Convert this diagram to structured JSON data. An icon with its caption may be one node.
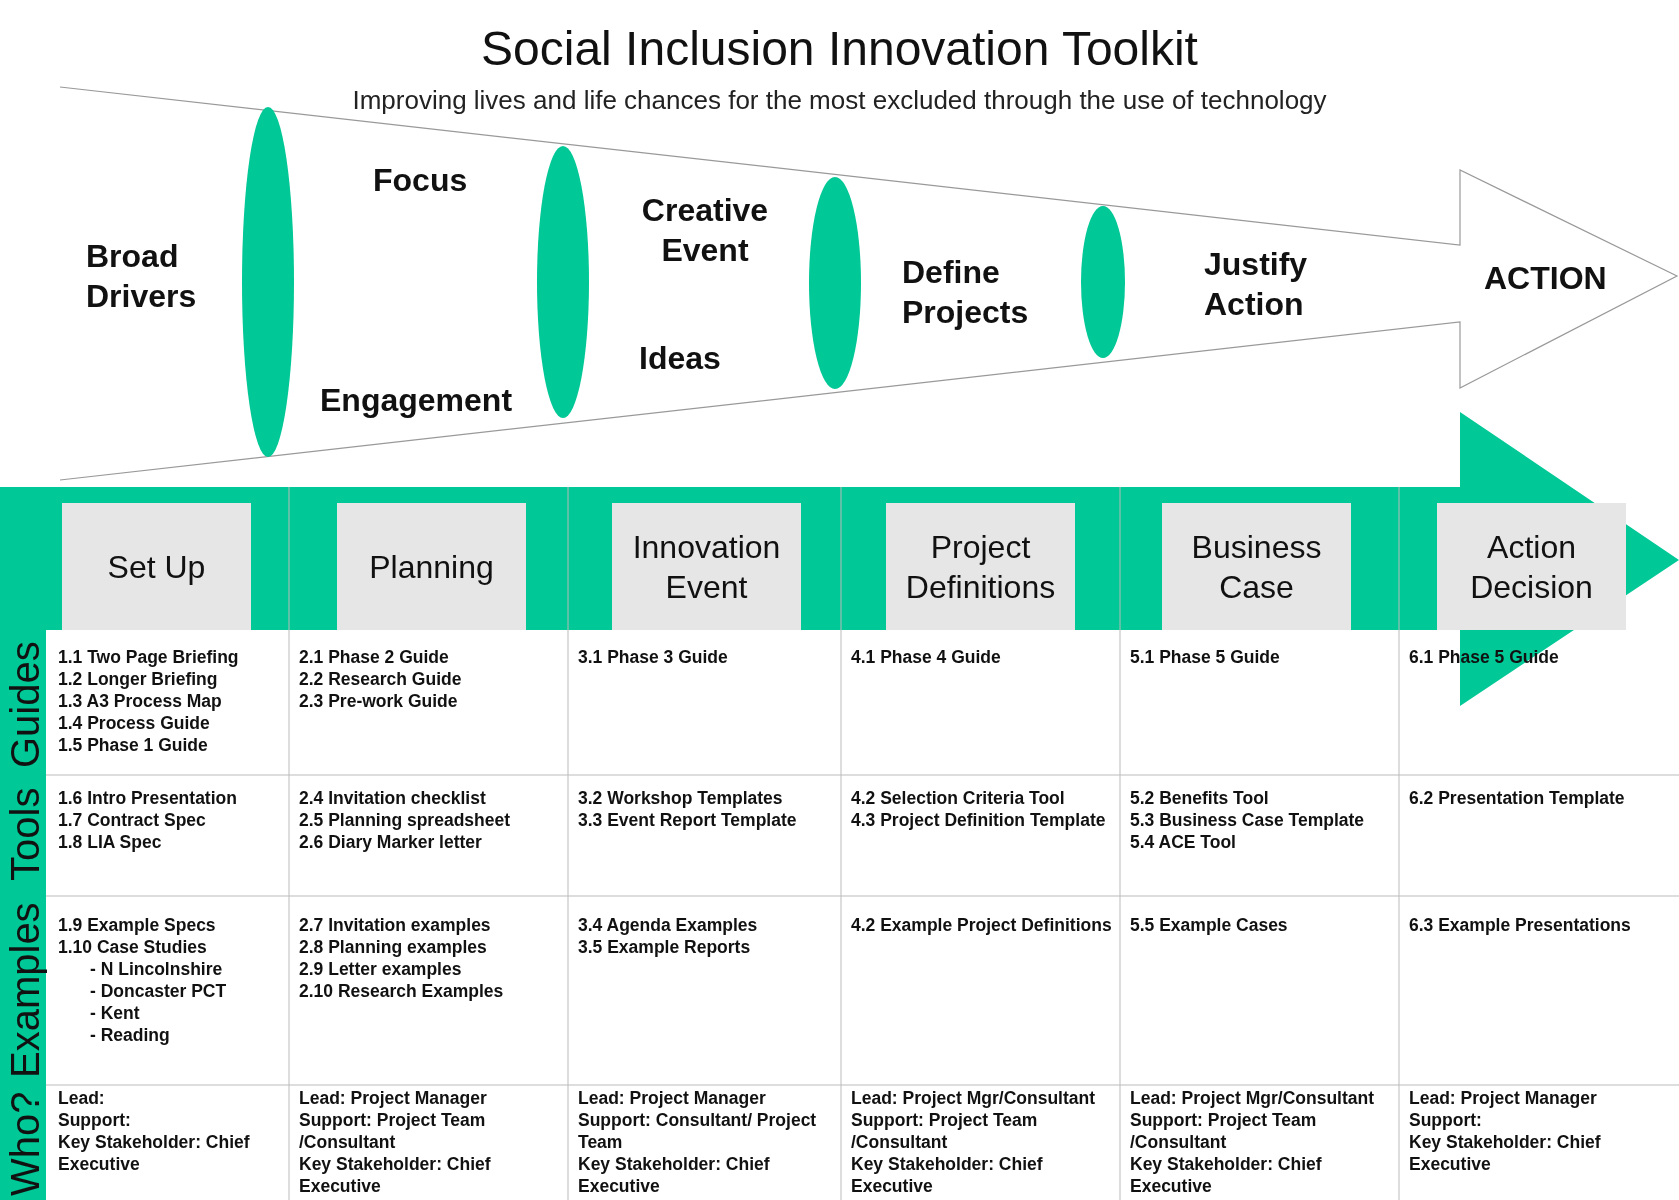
{
  "diagram": {
    "title": "Social Inclusion Innovation Toolkit",
    "caption": "Improving lives and life chances for the most excluded through the use of technology",
    "nodes": [
      {
        "text": [
          "Set Up"
        ]
      },
      {
        "text": [
          "Planning"
        ]
      },
      {
        "text": [
          "Innovation Event"
        ]
      },
      {
        "text": [
          "Project Definitions"
        ]
      },
      {
        "text": [
          "Business Case"
        ]
      },
      {
        "text": [
          "Action Decision"
        ]
      }
    ],
    "labels": [
      "Broad Drivers",
      "Focus",
      "Engagement",
      "Creative Event",
      "Ideas",
      "Define Projects",
      "Justify Action",
      "ACTION",
      "Guides",
      "1.1 Two Page Briefing",
      "1.2 Longer Briefing",
      "1.3 A3 Process Map",
      "1.4 Process Guide",
      "1.5 Phase 1 Guide",
      "2.1 Phase 2 Guide",
      "2.2 Research Guide",
      "2.3 Pre-work Guide",
      "3.1 Phase 3 Guide",
      "4.1 Phase 4 Guide",
      "5.1 Phase 5 Guide",
      "6.1 Phase 5 Guide",
      "Tools",
      "1.6 Intro Presentation",
      "1.7 Contract Spec",
      "1.8 LIA Spec",
      "2.4 Invitation checklist",
      "2.5 Planning spreadsheet",
      "2.6 Diary Marker letter",
      "3.2 Workshop Templates",
      "3.3 Event Report Template",
      "4.2 Selection Criteria Tool",
      "4.3 Project Definition Template",
      "5.2 Benefits Tool",
      "5.3 Business Case Template",
      "5.4 ACE Tool",
      "6.2 Presentation Template",
      "Examples",
      "1.9 Example Specs",
      "1.10 Case Studies",
      "- N Lincolnshire",
      "- Doncaster PCT",
      "- Kent",
      "- Reading",
      "2.7 Invitation examples",
      "2.8 Planning examples",
      "2.9 Letter examples",
      "2.10 Research Examples",
      "3.4 Agenda Examples",
      "3.5 Example Reports",
      "4.2 Example Project Definitions",
      "5.5 Example Cases",
      "6.3 Example Presentations",
      "Who?",
      "Lead:",
      "Support:",
      "Key Stakeholder: Chief Executive",
      "Lead: Project Manager",
      "Support: Project Team /Consultant",
      "Key Stakeholder: Chief Executive",
      "Lead: Project Manager",
      "Support: Consultant/ Project Team",
      "Key Stakeholder: Chief Executive",
      "Lead: Project Mgr/Consultant",
      "Support: Project Team /Consultant",
      "Key Stakeholder: Chief Executive",
      "Lead: Project Mgr/Consultant",
      "Support: Project Team /Consultant",
      "Key Stakeholder: Chief Executive",
      "Lead: Project Manager",
      "Support:",
      "Key Stakeholder: Chief Executive"
    ]
  }
}
